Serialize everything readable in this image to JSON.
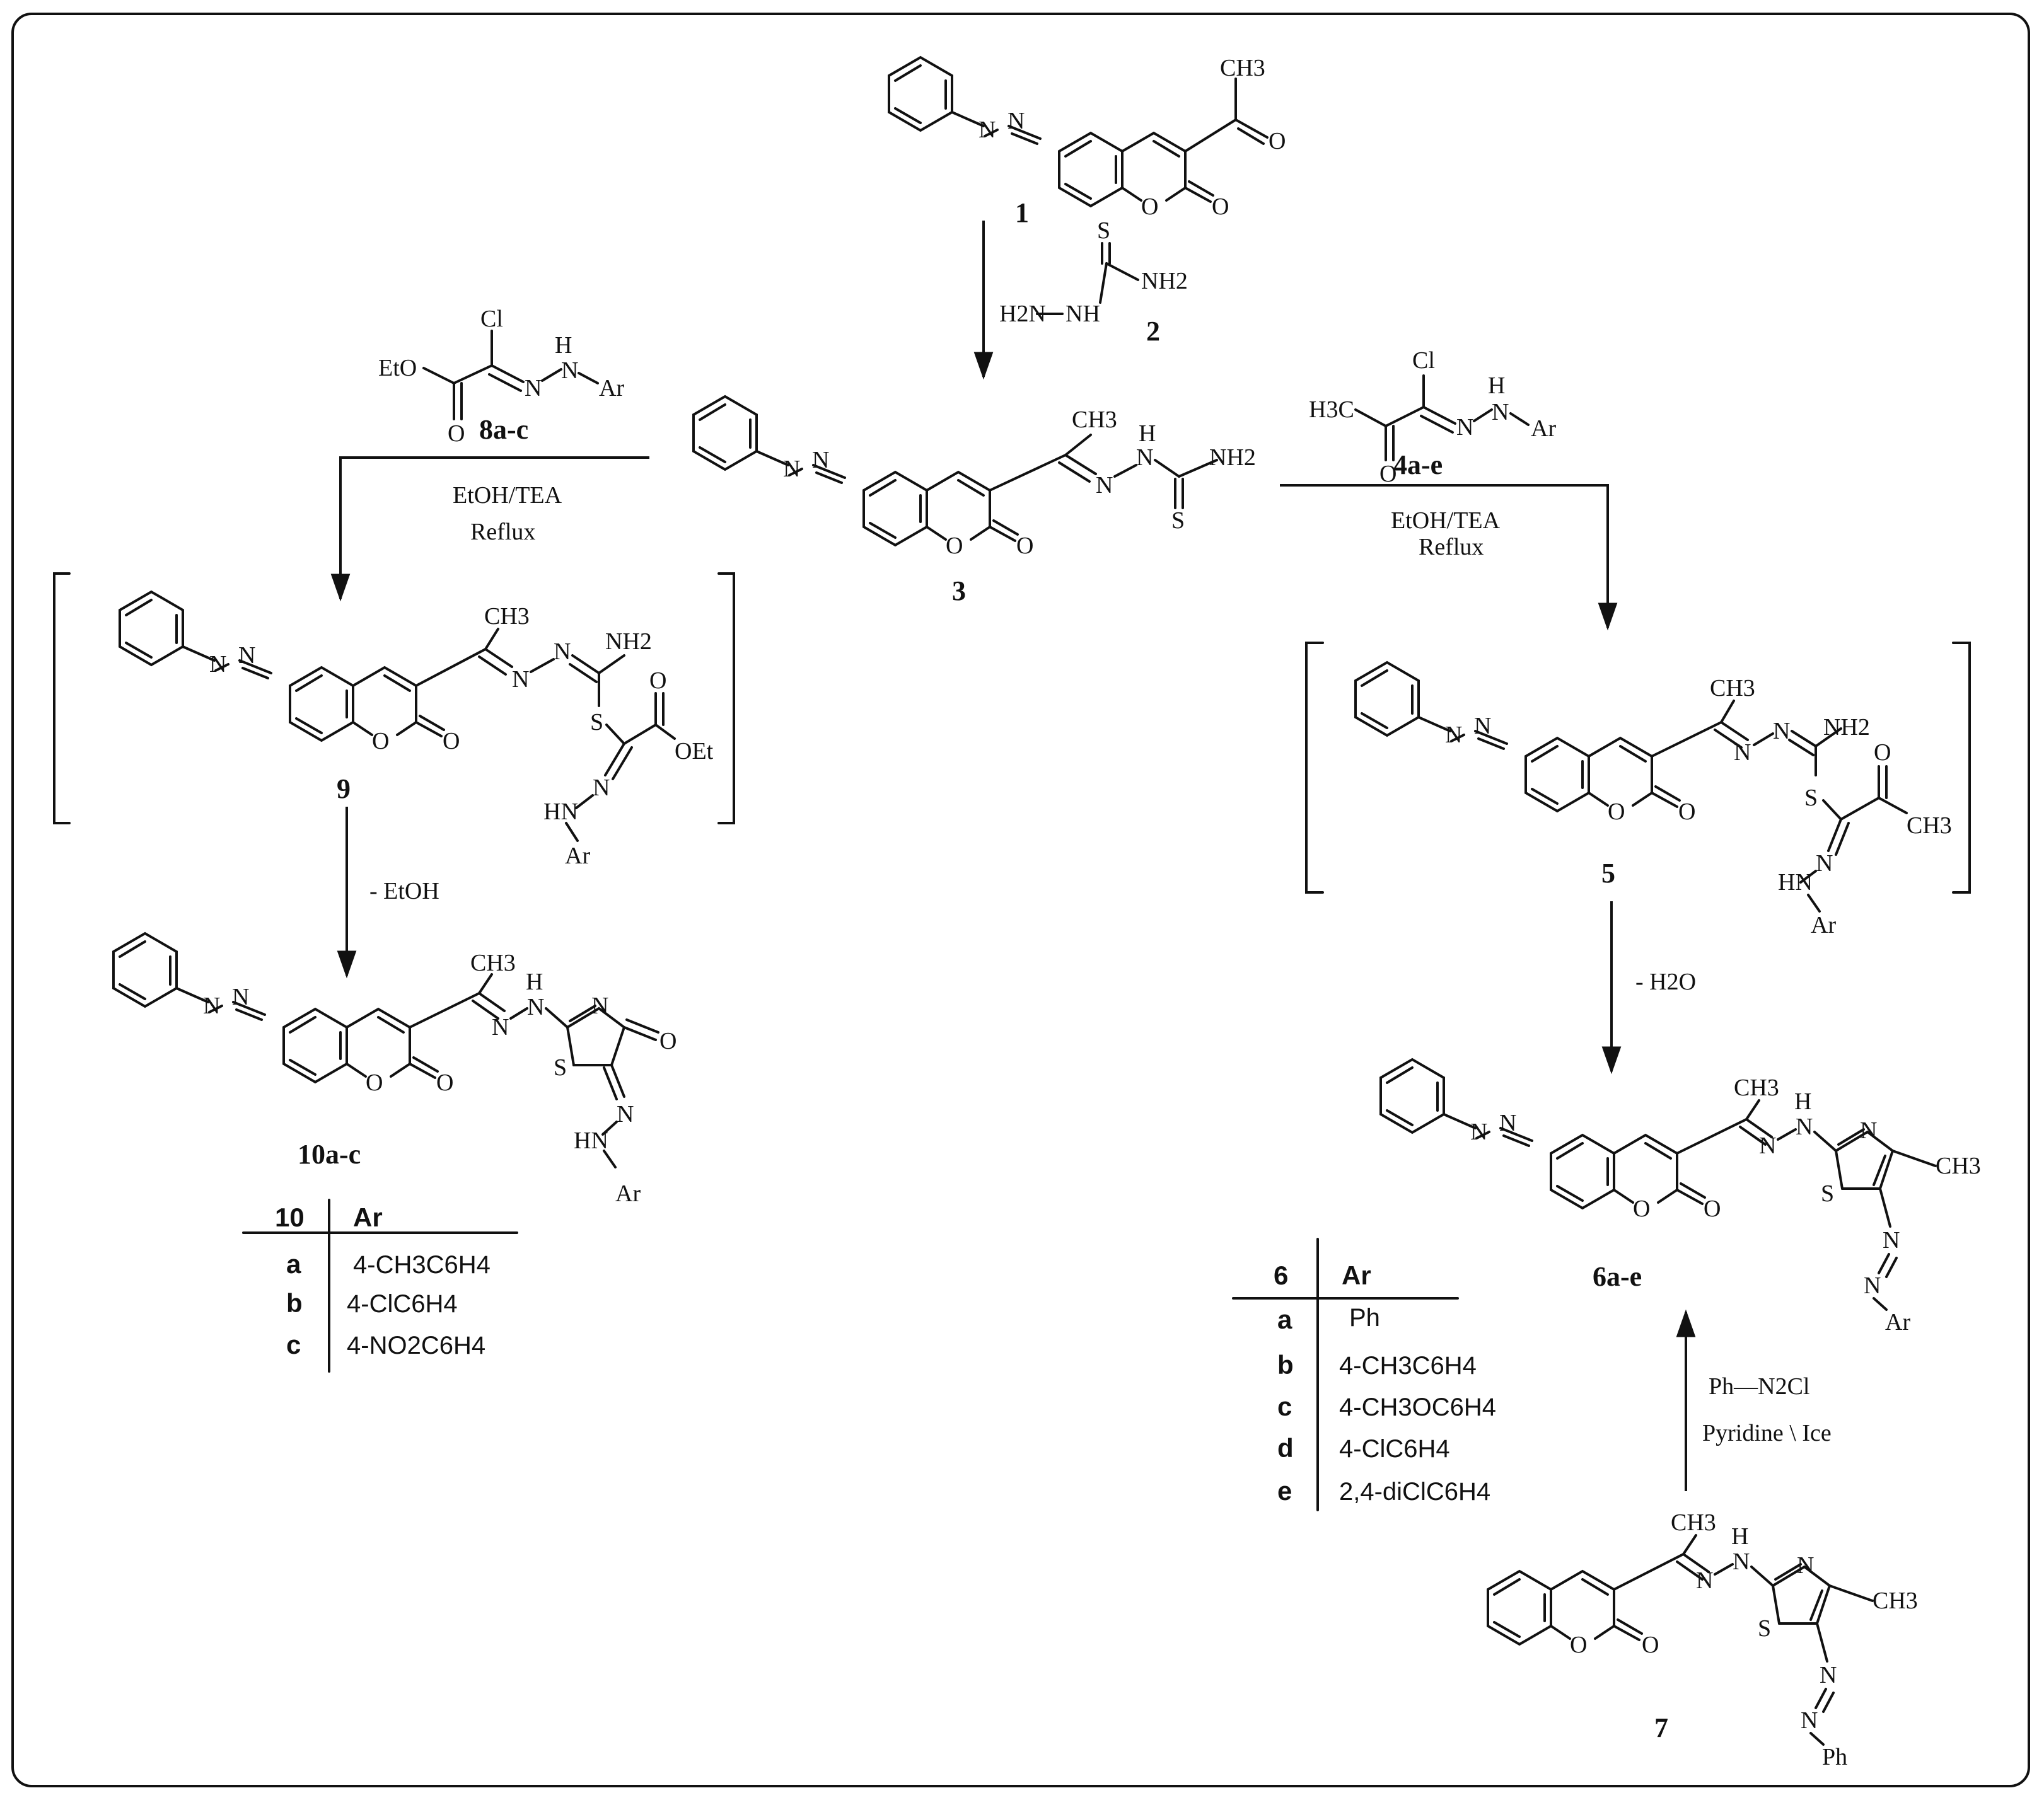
{
  "compounds": {
    "c1": {
      "label": "1",
      "substituent": "CH3"
    },
    "c2": {
      "label": "2",
      "atoms": {
        "s": "S",
        "nh2": "NH2",
        "h2n": "H2N",
        "nh": "NH"
      }
    },
    "c3": {
      "label": "3",
      "methyl": "CH3",
      "h": "H",
      "n": "N",
      "nh2": "NH2",
      "s": "S"
    },
    "c8": {
      "label": "8a-c",
      "eto": "EtO",
      "cl": "Cl",
      "h": "H",
      "n": "N",
      "ar": "Ar",
      "o": "O"
    },
    "c4": {
      "label": "4a-e",
      "h3c": "H3C",
      "cl": "Cl",
      "h": "H",
      "n": "N",
      "ar": "Ar",
      "o": "O"
    },
    "c9": {
      "label": "9",
      "methyl": "CH3",
      "nh2": "NH2",
      "s": "S",
      "o": "O",
      "oet": "OEt",
      "hn": "HN",
      "ar": "Ar",
      "n": "N"
    },
    "c5": {
      "label": "5",
      "methyl": "CH3",
      "nh2": "NH2",
      "s": "S",
      "o": "O",
      "ch3b": "CH3",
      "hn": "HN",
      "ar": "Ar",
      "n": "N"
    },
    "c10": {
      "label": "10a-c",
      "methyl": "CH3",
      "h": "H",
      "n": "N",
      "s": "S",
      "o": "O",
      "hn": "HN",
      "ar": "Ar"
    },
    "c6": {
      "label": "6a-e",
      "methyl": "CH3",
      "h": "H",
      "n": "N",
      "s": "S",
      "o": "O",
      "ch3b": "CH3",
      "ar": "Ar"
    },
    "c7": {
      "label": "7",
      "methyl": "CH3",
      "h": "H",
      "n": "N",
      "s": "S",
      "o": "O",
      "ch3b": "CH3",
      "ph": "Ph"
    }
  },
  "conditions": {
    "left_solvent": "EtOH/TEA",
    "left_temp": "Reflux",
    "right_solvent": "EtOH/TEA",
    "right_temp": "Reflux",
    "elim_left": "- EtOH",
    "elim_right": "- H2O",
    "diazo_reagent": "Ph—N2Cl",
    "diazo_cond": "Pyridine \\ Ice"
  },
  "table10": {
    "header": [
      "10",
      "Ar"
    ],
    "rows": [
      [
        "a",
        "4-CH3C6H4"
      ],
      [
        "b",
        "4-ClC6H4"
      ],
      [
        "c",
        "4-NO2C6H4"
      ]
    ]
  },
  "table6": {
    "header": [
      "6",
      "Ar"
    ],
    "rows": [
      [
        "a",
        "Ph"
      ],
      [
        "b",
        "4-CH3C6H4"
      ],
      [
        "c",
        "4-CH3OC6H4"
      ],
      [
        "d",
        "4-ClC6H4"
      ],
      [
        "e",
        "2,4-diClC6H4"
      ]
    ]
  }
}
